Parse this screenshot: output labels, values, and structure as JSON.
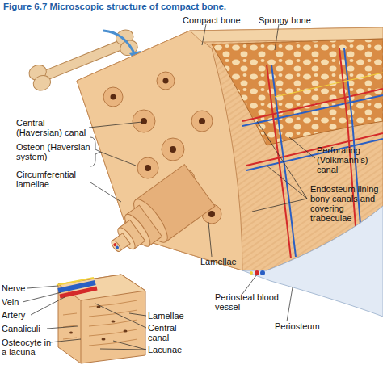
{
  "diagram": {
    "title": "Figure 6.7 Microscopic structure of compact bone.",
    "labels": [
      "Compact bone",
      "Spongy bone",
      "Central (Haversian) canal",
      "Osteon (Haversian system)",
      "Circumferential lamellae",
      "Perforating (Volkmann’s) canal",
      "Endosteum lining bony canals and covering trabeculae",
      "Lamellae",
      "Periosteal blood vessel",
      "Periosteum",
      "Nerve",
      "Vein",
      "Artery",
      "Canaliculi",
      "Osteocyte in a lacuna",
      "Lamellae",
      "Central canal",
      "Lacunae"
    ]
  }
}
